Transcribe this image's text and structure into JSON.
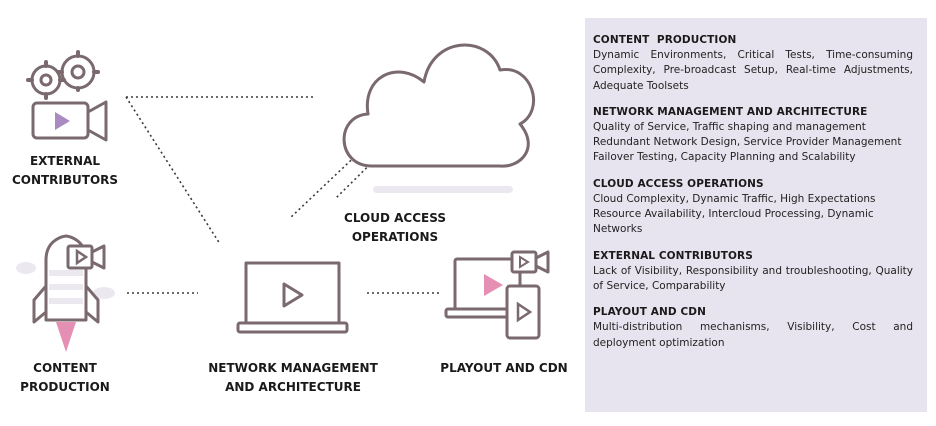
{
  "diagram": {
    "nodes": {
      "external_contributors": {
        "label_line1": "EXTERNAL",
        "label_line2": "CONTRIBUTORS",
        "icon": "camera-gears-icon"
      },
      "cloud_access": {
        "label_line1": "CLOUD ACCESS",
        "label_line2": "OPERATIONS",
        "icon": "cloud-icon"
      },
      "content_production": {
        "label_line1": "CONTENT",
        "label_line2": "PRODUCTION",
        "icon": "rocket-icon"
      },
      "network_management": {
        "label_line1": "NETWORK MANAGEMENT",
        "label_line2": "AND ARCHITECTURE",
        "icon": "laptop-play-icon"
      },
      "playout_cdn": {
        "label_line1": "PLAYOUT AND CDN",
        "icon": "devices-play-icon"
      }
    },
    "colors": {
      "line": "#7a6a6e",
      "accent": "#a98bc2",
      "pink": "#e58fb4",
      "cloud_shadow": "#ece8f0",
      "panel": "#e8e4ef"
    }
  },
  "panel": {
    "sections": [
      {
        "title": "CONTENT  PRODUCTION",
        "body": "Dynamic Environments, Critical Tests, Time-consuming Complexity, Pre-broadcast Setup, Real-time Adjustments, Adequate Toolsets"
      },
      {
        "title": "NETWORK MANAGEMENT AND ARCHITECTURE",
        "body": "Quality of Service, Traffic shaping and management Redundant Network Design, Service Provider Management Failover Testing, Capacity Planning and Scalability"
      },
      {
        "title": "CLOUD ACCESS OPERATIONS",
        "body": "Cloud Complexity, Dynamic Traffic, High Expectations Resource Availability, Intercloud Processing, Dynamic Networks"
      },
      {
        "title": "EXTERNAL CONTRIBUTORS",
        "body": "Lack of Visibility, Responsibility and troubleshooting, Quality of Service, Comparability"
      },
      {
        "title": "PLAYOUT AND CDN",
        "body": "Multi-distribution mechanisms, Visibility, Cost and deployment optimization"
      }
    ]
  }
}
